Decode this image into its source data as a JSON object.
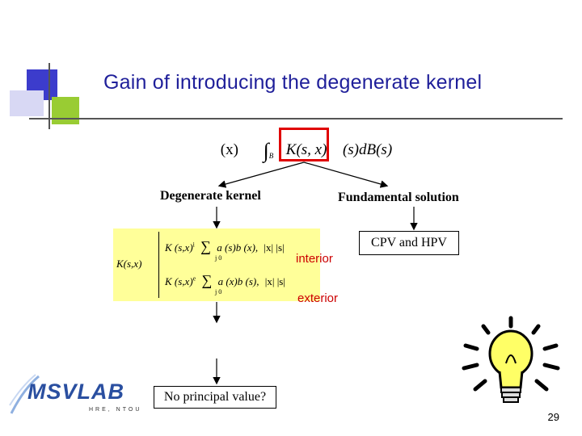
{
  "slide": {
    "title": "Gain of introducing the degenerate kernel",
    "formula": {
      "lhs": "(x)",
      "integral_sub": "B",
      "kernel": "K(s, x)",
      "rhs": "(s)dB(s)"
    },
    "labels": {
      "degenerate_kernel": "Degenerate kernel",
      "fundamental_solution": "Fundamental solution",
      "cpv_hpv": "CPV and HPV",
      "interior": "interior",
      "exterior": "exterior",
      "no_principal": "No principal value?"
    },
    "kernel_expansion": {
      "lhs": "K(s,x)",
      "row1_lhs": "K (s,x)",
      "row1_sup": "i",
      "row1_sum": "a (s)b (x),",
      "row1_cond": "|x| |s|",
      "row2_lhs": "K (s,x)",
      "row2_sup": "e",
      "row2_sum": "a (x)b (s),",
      "row2_cond": "|x| |s|",
      "sum_sub": "j 0"
    },
    "logo": {
      "name": "MSVLAB",
      "subtitle": "HRE, NTOU"
    },
    "page_number": "29",
    "colors": {
      "title": "#1f1f9a",
      "red": "#e00000",
      "yellow": "#ffff99",
      "logo_blue": "#2a4fa0",
      "deco_blue": "#3c3ccc",
      "deco_green": "#99cc33"
    },
    "icons": [
      "lightbulb-icon",
      "msvlab-logo"
    ]
  }
}
